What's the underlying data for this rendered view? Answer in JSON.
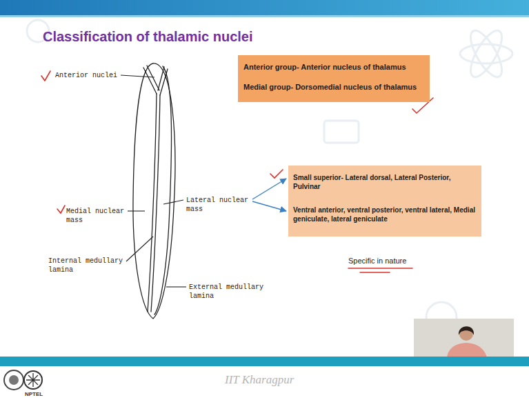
{
  "diagram": {
    "title": "Classification of thalamic nuclei",
    "nodes": [
      {
        "text": [
          "Anterior group- Anterior nucleus of thalamus",
          "Medial group- Dorsomedial nucleus of thalamus"
        ]
      },
      {
        "text": [
          "Small superior- Lateral dorsal, Lateral Posterior, Pulvinar",
          "Ventral anterior, ventral posterior, ventral lateral, Medial geniculate, lateral geniculate"
        ]
      }
    ],
    "labels": [
      "Anterior nuclei",
      "Medial nuclear mass",
      "Internal medullary lamina",
      "Lateral nuclear mass",
      "External medullary lamina",
      "Specific in nature",
      "IIT Kharagpur",
      "NPTEL"
    ]
  }
}
